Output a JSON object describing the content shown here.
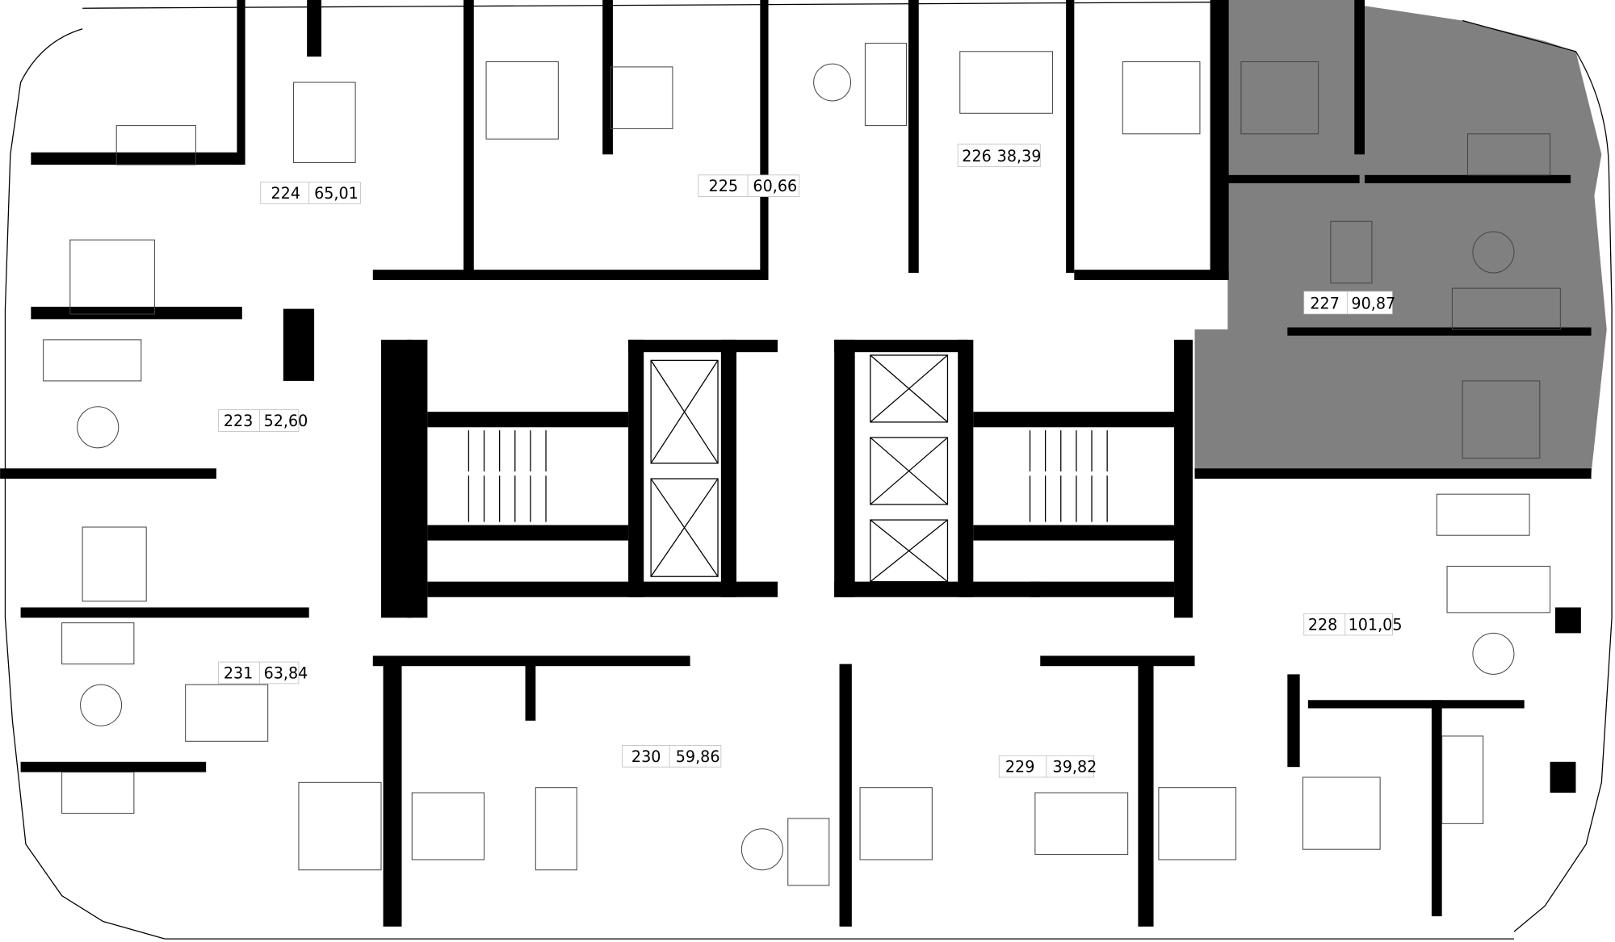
{
  "plan": {
    "highlight_color": "#808080",
    "wall_color": "#000000",
    "apartments": [
      {
        "number": "224",
        "area": "65,01"
      },
      {
        "number": "225",
        "area": "60,66"
      },
      {
        "number": "226",
        "area": "38,39"
      },
      {
        "number": "227",
        "area": "90,87",
        "highlighted": true
      },
      {
        "number": "223",
        "area": "52,60"
      },
      {
        "number": "228",
        "area": "101,05"
      },
      {
        "number": "231",
        "area": "63,84"
      },
      {
        "number": "230",
        "area": "59,86"
      },
      {
        "number": "229",
        "area": "39,82"
      }
    ]
  }
}
